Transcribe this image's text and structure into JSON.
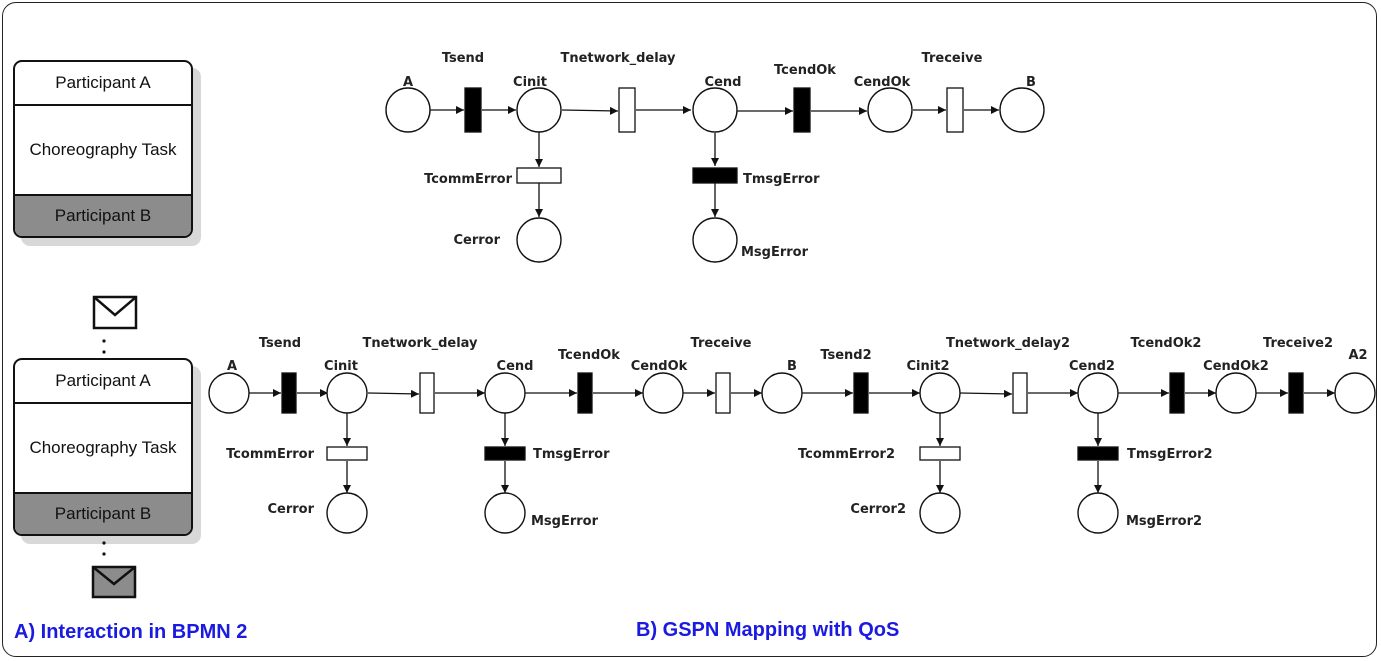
{
  "bpmn": {
    "tasks": [
      {
        "participant_a": "Participant A",
        "task": "Choreography Task",
        "participant_b": "Participant B"
      },
      {
        "participant_a": "Participant A",
        "task": "Choreography Task",
        "participant_b": "Participant B"
      }
    ],
    "icons": [
      "envelope-icon",
      "envelope-filled-icon"
    ],
    "caption": "A) Interaction in BPMN 2"
  },
  "gspn": {
    "caption": "B) GSPN Mapping with QoS",
    "net1": {
      "places": {
        "A": "A",
        "Cinit": "Cinit",
        "Cend": "Cend",
        "CendOk": "CendOk",
        "B": "B",
        "Cerror": "Cerror",
        "MsgError": "MsgError"
      },
      "transitions": {
        "Tsend": "Tsend",
        "Tnetwork_delay": "Tnetwork_delay",
        "TcendOk": "TcendOk",
        "Treceive": "Treceive",
        "TcommError": "TcommError",
        "TmsgError": "TmsgError"
      }
    },
    "net2": {
      "places": {
        "A": "A",
        "Cinit": "Cinit",
        "Cend": "Cend",
        "CendOk": "CendOk",
        "B": "B",
        "Cinit2": "Cinit2",
        "Cend2": "Cend2",
        "CendOk2": "CendOk2",
        "A2": "A2",
        "Cerror": "Cerror",
        "MsgError": "MsgError",
        "Cerror2": "Cerror2",
        "MsgError2": "MsgError2"
      },
      "transitions": {
        "Tsend": "Tsend",
        "Tnetwork_delay": "Tnetwork_delay",
        "TcendOk": "TcendOk",
        "Treceive": "Treceive",
        "Tsend2": "Tsend2",
        "Tnetwork_delay2": "Tnetwork_delay2",
        "TcendOk2": "TcendOk2",
        "Treceive2": "Treceive2",
        "TcommError": "TcommError",
        "TmsgError": "TmsgError",
        "TcommError2": "TcommError2",
        "TmsgError2": "TmsgError2"
      }
    }
  },
  "colors": {
    "caption": "#1a1ae0",
    "participant_b_fill": "#8c8c8c",
    "filled_envelope": "#8c8c8c"
  }
}
